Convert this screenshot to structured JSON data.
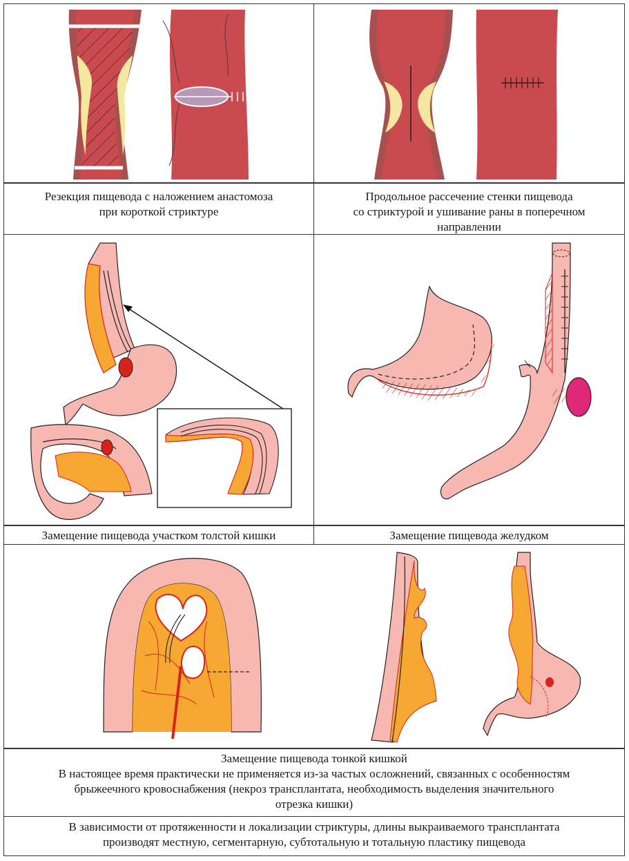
{
  "panels": {
    "resection": {
      "caption_line1": "Резекция пищевода с наложением анастомоза",
      "caption_line2": "при короткой стриктуре"
    },
    "longitudinal": {
      "caption_line1": "Продольное рассечение стенки пищевода",
      "caption_line2": "со стриктурой и ушивание раны в поперечном",
      "caption_line3": "направлении"
    },
    "colon": {
      "caption": "Замещение пищевода участком толстой кишки"
    },
    "stomach": {
      "caption": "Замещение пищевода желудком"
    },
    "small_intestine": {
      "caption_title": "Замещение пищевода тонкой кишкой",
      "caption_line2": "В настоящее время практически не применяется из-за частых осложнений, связанных с особенностям",
      "caption_line3": "брыжеечного кровоснабжения (некроз трансплантата, необходимость выделения значительного",
      "caption_line4": "отрезка кишки)"
    }
  },
  "footer": {
    "line1": "В зависимости от протяженности и локализации стриктуры, длины выкраиваемого трансплантата",
    "line2": "производят местную, сегментарную, субтотальную и тотальную пластику пищевода"
  },
  "colors": {
    "esophagus_dark": "#c94a4f",
    "esophagus_wall": "#a8504f",
    "scar": "#f4e8a0",
    "graft_pink": "#f6b8b0",
    "mesentery_orange": "#f6a832",
    "vessel_red": "#d8221c",
    "spleen_magenta": "#e0287a",
    "purple_lumen": "#b89ab8"
  }
}
